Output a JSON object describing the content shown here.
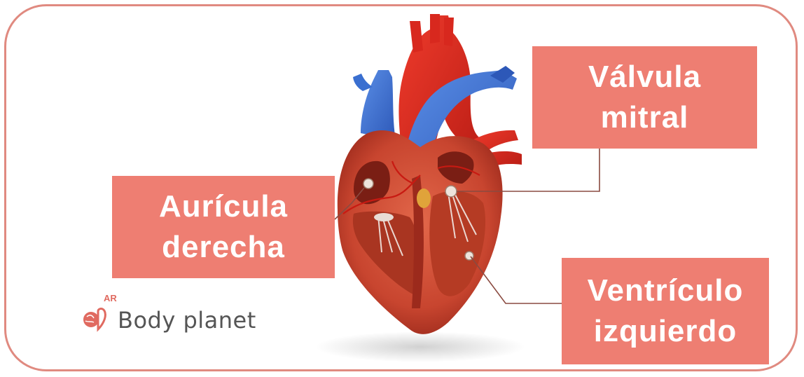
{
  "labels": {
    "mitral": [
      "Válvula",
      "mitral"
    ],
    "auricula": [
      "Aurícula",
      "derecha"
    ],
    "ventriculo": [
      "Ventrículo",
      "izquierdo"
    ]
  },
  "logo": {
    "ar_mark": "AR",
    "brand": "Body planet"
  },
  "colors": {
    "frame": "#e08a80",
    "label_bg": "#ee7e72",
    "label_text": "#ffffff",
    "artery": "#d8281e",
    "vein": "#3a6fd0",
    "muscle": "#c8452f"
  }
}
